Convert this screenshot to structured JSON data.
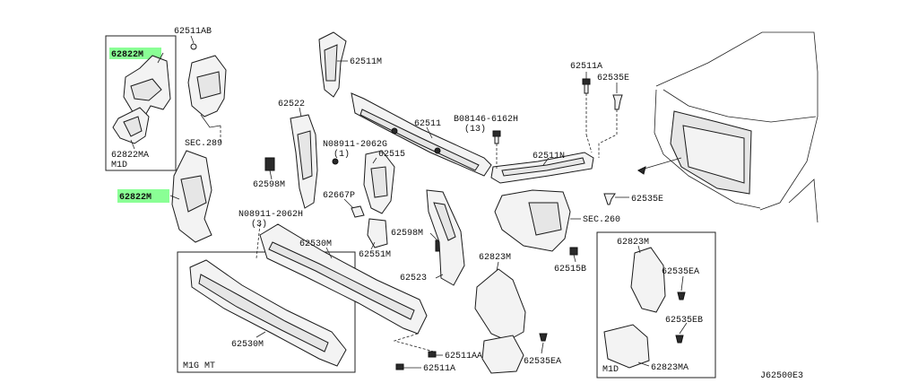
{
  "diagram": {
    "code": "J62500E3",
    "colors": {
      "highlight": "#7dff8a",
      "line": "#1a1a1a"
    },
    "labels": {
      "l62822m_top": "62822M",
      "l62511ab": "62511AB",
      "l62822ma_top": "62822MA",
      "m1d_top": "M1D",
      "sec289": "SEC.289",
      "l62822m_mid": "62822M",
      "l62511m": "62511M",
      "l62522": "62522",
      "l62598m_left": "62598M",
      "n08911_2062g": "N08911-2062G",
      "n08911_2062g_qty": "(1)",
      "l62515": "62515",
      "l62667p": "62667P",
      "n08911_2062h": "N08911-2062H",
      "n08911_2062h_qty": "(3)",
      "l62551m": "62551M",
      "l62598m_mid": "62598M",
      "l62511": "62511",
      "b08146_6162h": "B08146-6162H",
      "b08146_qty": "(13)",
      "l62511a_top": "62511A",
      "l62535e_top": "62535E",
      "l62511n": "62511N",
      "l62535e_mid": "62535E",
      "sec260": "SEC.260",
      "l62530m_mid": "62530M",
      "l62523": "62523",
      "l62823m_mid": "62823M",
      "l62515b": "62515B",
      "l62823m_box": "62823M",
      "l62535ea_box": "62535EA",
      "l62535eb": "62535EB",
      "m1d_box": "M1D",
      "l62823ma": "62823MA",
      "l62530m_box": "62530M",
      "m1g_mt": "M1G MT",
      "l62511aa": "62511AA",
      "l62511a_bot": "62511A",
      "l62535ea_bot": "62535EA"
    }
  }
}
